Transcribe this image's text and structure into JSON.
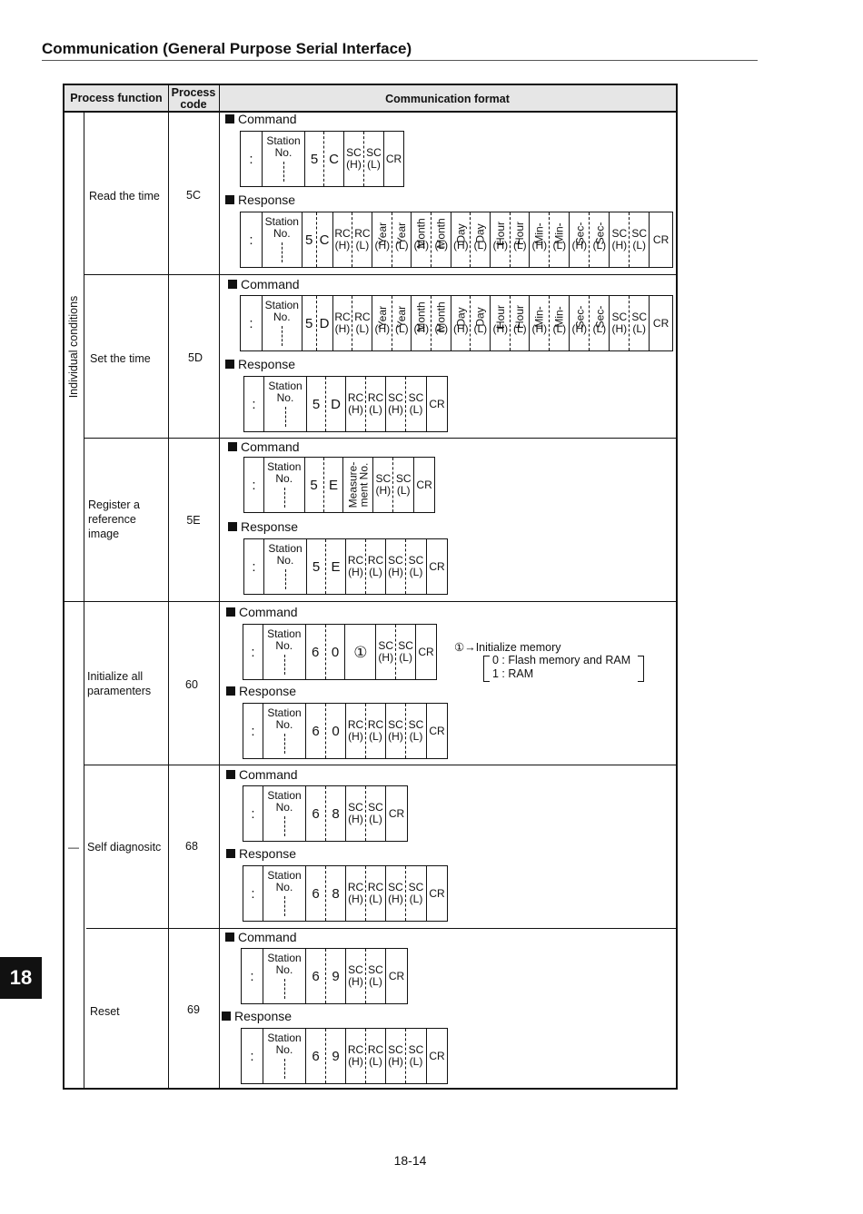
{
  "header": {
    "title": "Communication (General Purpose Serial Interface)"
  },
  "table": {
    "col_headers": {
      "function": "Process function",
      "code_line1": "Process",
      "code_line2": "code",
      "format": "Communication format"
    },
    "category_individual": "Individual conditions",
    "category_other": "—"
  },
  "labels": {
    "command": "Command",
    "response": "Response"
  },
  "fields": {
    "colon": ":",
    "station_line1": "Station",
    "station_line2": "No.",
    "cr": "CR",
    "sc": "SC",
    "rc": "RC",
    "h": "(H)",
    "l": "(L)",
    "year": "Year",
    "month": "Month",
    "day": "Day",
    "hour": "Hour",
    "min": "Min-",
    "sec": "Sec-",
    "measure_line1": "Measure-",
    "measure_line2": "ment No.",
    "circled_one": "①"
  },
  "rows": [
    {
      "function": "Read the time",
      "code": "5C",
      "c1": "5",
      "c2": "C"
    },
    {
      "function": "Set the time",
      "code": "5D",
      "c1": "5",
      "c2": "D"
    },
    {
      "function": "Register a reference image",
      "code": "5E",
      "c1": "5",
      "c2": "E"
    },
    {
      "function": "Initialize all paramenters",
      "code": "60",
      "c1": "6",
      "c2": "0"
    },
    {
      "function": "Self diagnositc",
      "code": "68",
      "c1": "6",
      "c2": "8"
    },
    {
      "function": "Reset",
      "code": "69",
      "c1": "6",
      "c2": "9"
    }
  ],
  "init_note": {
    "title": "①→Initialize memory",
    "option0": "0 : Flash memory and RAM",
    "option1": "1 : RAM"
  },
  "chapter_tab": "18",
  "footer": {
    "page_number": "18-14"
  }
}
